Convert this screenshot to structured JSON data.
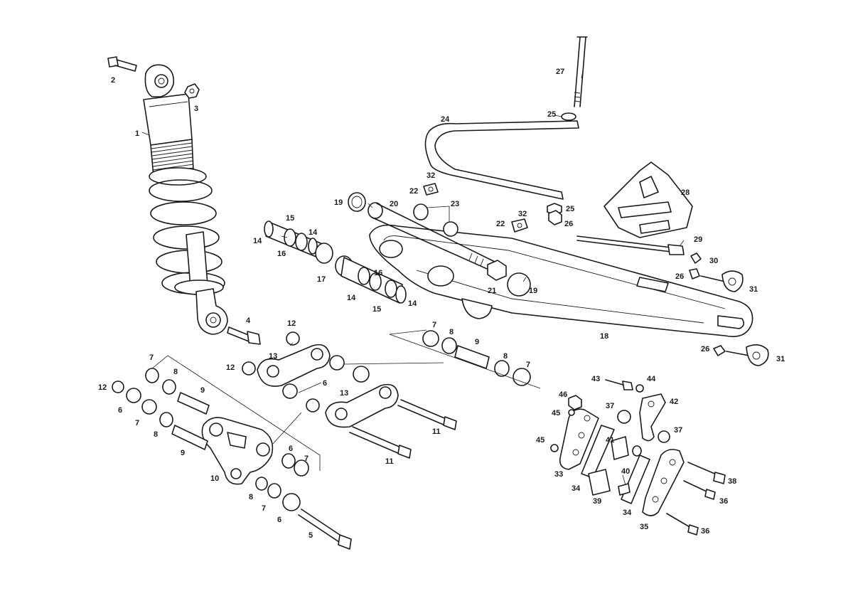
{
  "diagram": {
    "callouts": [
      {
        "id": "c1",
        "text": "1"
      },
      {
        "id": "c2",
        "text": "2"
      },
      {
        "id": "c3",
        "text": "3"
      },
      {
        "id": "c4",
        "text": "4"
      },
      {
        "id": "c27",
        "text": "27"
      },
      {
        "id": "c25a",
        "text": "25"
      },
      {
        "id": "c24",
        "text": "24"
      },
      {
        "id": "c32a",
        "text": "32"
      },
      {
        "id": "c22a",
        "text": "22"
      },
      {
        "id": "c19a",
        "text": "19"
      },
      {
        "id": "c20",
        "text": "20"
      },
      {
        "id": "c23",
        "text": "23"
      },
      {
        "id": "c32b",
        "text": "32"
      },
      {
        "id": "c22b",
        "text": "22"
      },
      {
        "id": "c25b",
        "text": "25"
      },
      {
        "id": "c26a",
        "text": "26"
      },
      {
        "id": "c28",
        "text": "28"
      },
      {
        "id": "c29",
        "text": "29"
      },
      {
        "id": "c30",
        "text": "30"
      },
      {
        "id": "c26b",
        "text": "26"
      },
      {
        "id": "c31a",
        "text": "31"
      },
      {
        "id": "c15a",
        "text": "15"
      },
      {
        "id": "c14a",
        "text": "14"
      },
      {
        "id": "c14b",
        "text": "14"
      },
      {
        "id": "c16a",
        "text": "16"
      },
      {
        "id": "c17",
        "text": "17"
      },
      {
        "id": "c16b",
        "text": "16"
      },
      {
        "id": "c14c",
        "text": "14"
      },
      {
        "id": "c15b",
        "text": "15"
      },
      {
        "id": "c14d",
        "text": "14"
      },
      {
        "id": "c21",
        "text": "21"
      },
      {
        "id": "c19b",
        "text": "19"
      },
      {
        "id": "c18",
        "text": "18"
      },
      {
        "id": "c26c",
        "text": "26"
      },
      {
        "id": "c31b",
        "text": "31"
      },
      {
        "id": "c12a",
        "text": "12"
      },
      {
        "id": "c13a",
        "text": "13"
      },
      {
        "id": "c12b",
        "text": "12"
      },
      {
        "id": "c6a",
        "text": "6"
      },
      {
        "id": "c13b",
        "text": "13"
      },
      {
        "id": "c7a",
        "text": "7"
      },
      {
        "id": "c8a",
        "text": "8"
      },
      {
        "id": "c9a",
        "text": "9"
      },
      {
        "id": "c8b",
        "text": "8"
      },
      {
        "id": "c7b",
        "text": "7"
      },
      {
        "id": "c11a",
        "text": "11"
      },
      {
        "id": "c11b",
        "text": "11"
      },
      {
        "id": "c7c",
        "text": "7"
      },
      {
        "id": "c8c",
        "text": "8"
      },
      {
        "id": "c9b",
        "text": "9"
      },
      {
        "id": "c12c",
        "text": "12"
      },
      {
        "id": "c6b",
        "text": "6"
      },
      {
        "id": "c7d",
        "text": "7"
      },
      {
        "id": "c8d",
        "text": "8"
      },
      {
        "id": "c9c",
        "text": "9"
      },
      {
        "id": "c10",
        "text": "10"
      },
      {
        "id": "c6c",
        "text": "6"
      },
      {
        "id": "c7e",
        "text": "7"
      },
      {
        "id": "c8e",
        "text": "8"
      },
      {
        "id": "c7f",
        "text": "7"
      },
      {
        "id": "c6d",
        "text": "6"
      },
      {
        "id": "c5",
        "text": "5"
      },
      {
        "id": "c43",
        "text": "43"
      },
      {
        "id": "c44",
        "text": "44"
      },
      {
        "id": "c46",
        "text": "46"
      },
      {
        "id": "c37a",
        "text": "37"
      },
      {
        "id": "c42",
        "text": "42"
      },
      {
        "id": "c45a",
        "text": "45"
      },
      {
        "id": "c37b",
        "text": "37"
      },
      {
        "id": "c45b",
        "text": "45"
      },
      {
        "id": "c41",
        "text": "41"
      },
      {
        "id": "c40",
        "text": "40"
      },
      {
        "id": "c33",
        "text": "33"
      },
      {
        "id": "c38",
        "text": "38"
      },
      {
        "id": "c34a",
        "text": "34"
      },
      {
        "id": "c36a",
        "text": "36"
      },
      {
        "id": "c39",
        "text": "39"
      },
      {
        "id": "c34b",
        "text": "34"
      },
      {
        "id": "c35",
        "text": "35"
      },
      {
        "id": "c36b",
        "text": "36"
      }
    ]
  }
}
